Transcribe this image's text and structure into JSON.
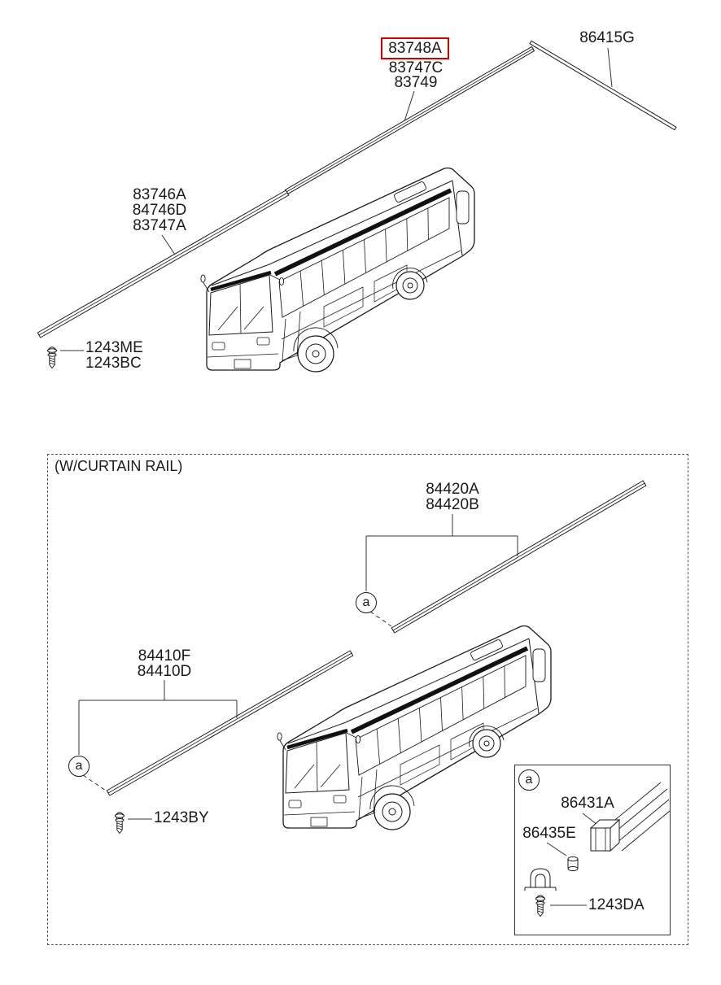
{
  "section_label": "(W/CURTAIN RAIL)",
  "callout_letter": "a",
  "highlighted_part": "83748A",
  "labels": {
    "roof_molding": [
      "83748A",
      "83747C",
      "83749"
    ],
    "roof_rail_rear": "86415G",
    "side_molding": [
      "83746A",
      "84746D",
      "83747A"
    ],
    "clip_fasteners": [
      "1243ME",
      "1243BC"
    ],
    "curtain_rail_upper": [
      "84420A",
      "84420B"
    ],
    "curtain_rail_lower": [
      "84410F",
      "84410D"
    ],
    "curtain_fastener": "1243BY",
    "detail_rail_clip": "86431A",
    "detail_grommet": "86435E",
    "detail_screw": "1243DA"
  },
  "colors": {
    "highlight": "#d40000",
    "line": "#1a1a1a",
    "background": "#ffffff"
  }
}
